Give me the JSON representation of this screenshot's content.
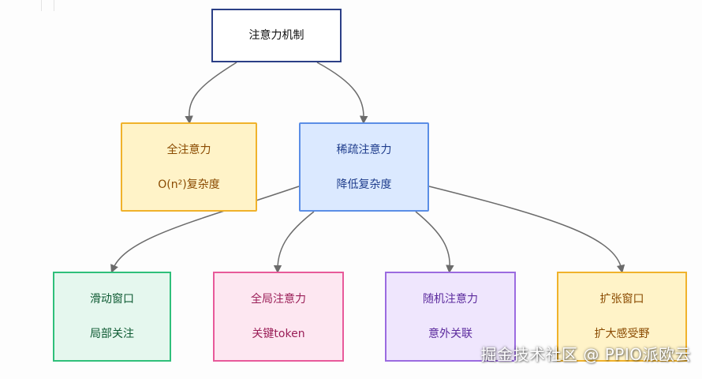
{
  "root": {
    "label": "注意力机制"
  },
  "level1": [
    {
      "title": "全注意力",
      "subtitle": "O(n²)复杂度"
    },
    {
      "title": "稀疏注意力",
      "subtitle": "降低复杂度"
    }
  ],
  "level2": [
    {
      "title": "滑动窗口",
      "subtitle": "局部关注"
    },
    {
      "title": "全局注意力",
      "subtitle": "关键token"
    },
    {
      "title": "随机注意力",
      "subtitle": "意外关联"
    },
    {
      "title": "扩张窗口",
      "subtitle": "扩大感受野"
    }
  ],
  "watermark": "掘金技术社区 @ PPIO派欧云",
  "colors": {
    "edge": "#6b6b6b",
    "root_border": "#2b3f86",
    "yellow_border": "#f0b22b",
    "blue_border": "#5b8ee6",
    "green_border": "#2fbf7a",
    "pink_border": "#e85a9a",
    "purple_border": "#9b6be0"
  }
}
